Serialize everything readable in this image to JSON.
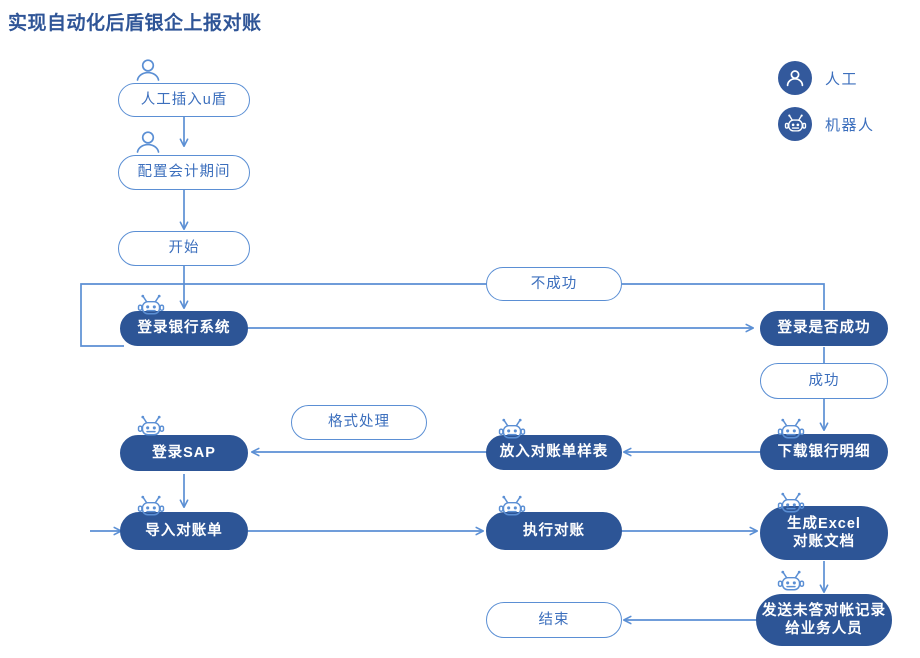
{
  "page": {
    "title": "实现自动化后盾银企上报对账",
    "accent_dark": "#2d5596",
    "accent_line": "#5b8fd4",
    "accent_text": "#3c6fbd",
    "background": "#ffffff"
  },
  "legend": {
    "items": [
      {
        "icon": "person-icon",
        "label": "人工"
      },
      {
        "icon": "robot-icon",
        "label": "机器人"
      }
    ]
  },
  "flow": {
    "nodes": [
      {
        "id": "n1",
        "label": "人工插入u盾",
        "style": "outline",
        "actor": "person-icon"
      },
      {
        "id": "n2",
        "label": "配置会计期间",
        "style": "outline",
        "actor": "person-icon"
      },
      {
        "id": "n3",
        "label": "开始",
        "style": "outline",
        "actor": "none"
      },
      {
        "id": "n4",
        "label": "登录银行系统",
        "style": "filled",
        "actor": "robot-icon"
      },
      {
        "id": "n5",
        "label": "登录是否成功",
        "style": "filled",
        "actor": "none"
      },
      {
        "id": "n6",
        "label": "下载银行明细",
        "style": "filled",
        "actor": "robot-icon"
      },
      {
        "id": "n7",
        "label": "放入对账单样表",
        "style": "filled",
        "actor": "robot-icon"
      },
      {
        "id": "n8",
        "label": "登录SAP",
        "style": "filled",
        "actor": "robot-icon"
      },
      {
        "id": "n9",
        "label": "导入对账单",
        "style": "filled",
        "actor": "robot-icon"
      },
      {
        "id": "n10",
        "label": "执行对账",
        "style": "filled",
        "actor": "robot-icon"
      },
      {
        "id": "n11",
        "label": "生成Excel\n对账文档",
        "style": "filled",
        "actor": "robot-icon"
      },
      {
        "id": "n12",
        "label": "发送未答对帐记录\n给业务人员",
        "style": "filled",
        "actor": "robot-icon"
      },
      {
        "id": "n13",
        "label": "结束",
        "style": "outline",
        "actor": "none"
      }
    ],
    "edge_labels": [
      {
        "id": "e1",
        "label": "不成功"
      },
      {
        "id": "e2",
        "label": "成功"
      },
      {
        "id": "e3",
        "label": "格式处理"
      }
    ]
  }
}
